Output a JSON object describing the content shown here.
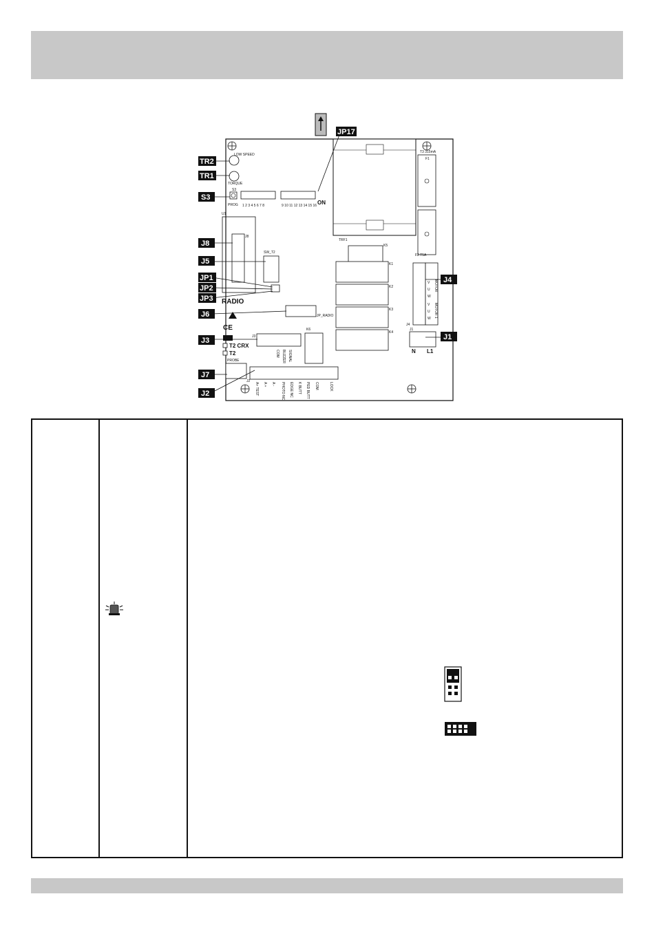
{
  "labels": {
    "tr2": "TR2",
    "tr1": "TR1",
    "s3": "S3",
    "j8": "J8",
    "j5": "J5",
    "jp1": "JP1",
    "jp2": "JP2",
    "jp3": "JP3",
    "j6": "J6",
    "j3": "J3",
    "j7": "J7",
    "j2": "J2",
    "jp17": "JP17",
    "j4": "J4",
    "j1": "J1"
  },
  "board": {
    "low_speed": "LOW SPEED",
    "torque": "TORQUE",
    "prog": "PROG",
    "s3_small": "S3",
    "dip_numbers_left": "1 2 3 4 5 6 7 8",
    "dip_numbers_right": "9 10 11 12 13 14 15 16",
    "on": "ON",
    "u1": "U1",
    "j8_small": "J8",
    "sw_t2": "SW_T2",
    "radio": "RADIO",
    "ce": "CE",
    "t2_crx": "T2 CRX",
    "t2": "T2",
    "probe": "PROBE",
    "j3_small": "J3",
    "j2_small": "J2",
    "k6": "K6",
    "k5": "K5",
    "k1": "K1",
    "k2": "K2",
    "k3": "K3",
    "k4": "K4",
    "trf1": "TRF1",
    "f1": "F1",
    "f2": "F2 T5A",
    "f3": "T3 315mA",
    "motor": "MOTOR",
    "motor1": "MOTOR 1",
    "j4_small": "J4",
    "j1_small": "J1",
    "n": "N",
    "l1": "L1",
    "jp_radio": "JP_RADIO",
    "j3_pins": [
      "COM",
      "BUZZER",
      "SIGNAL"
    ],
    "j2_pins": [
      "A+ TEST",
      "A +",
      "A -",
      "PHOTO NC",
      "EDGE NC",
      "K BUTT",
      "PED BUTT",
      "COM",
      "LOCK"
    ],
    "motor_pins": [
      "V",
      "U",
      "W",
      "V",
      "U",
      "W"
    ]
  }
}
